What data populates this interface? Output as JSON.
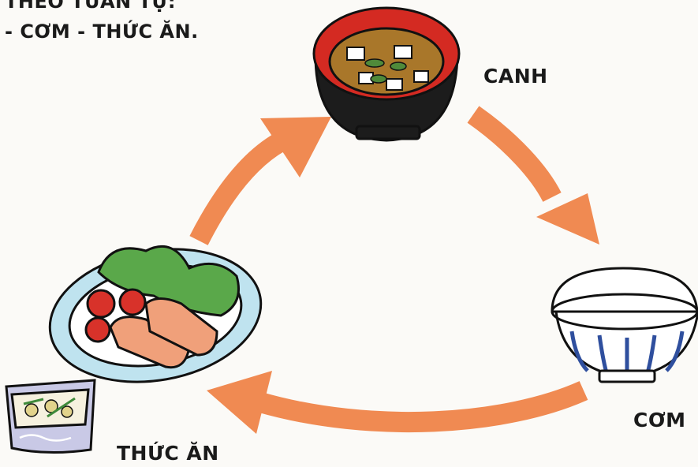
{
  "header": {
    "line1": "THEO TUẦN TỰ:",
    "line2": "- CƠM - THỨC ĂN."
  },
  "labels": {
    "soup": "CANH",
    "rice": "CƠM",
    "dish": "THỨC ĂN"
  },
  "colors": {
    "arrow": "#f08a52",
    "soup_bowl_rim": "#d42a22",
    "bowl_body": "#1a1a1a",
    "plate": "#bfe3ef",
    "rice_bowl_stripes": "#2f4f9e",
    "lettuce": "#5aa84a",
    "tomato": "#d8322a",
    "fried_roll": "#f0a07a"
  },
  "icons": [
    "miso-soup-bowl-icon",
    "rice-bowl-icon",
    "fried-dish-plate-icon",
    "side-dish-box-icon"
  ]
}
